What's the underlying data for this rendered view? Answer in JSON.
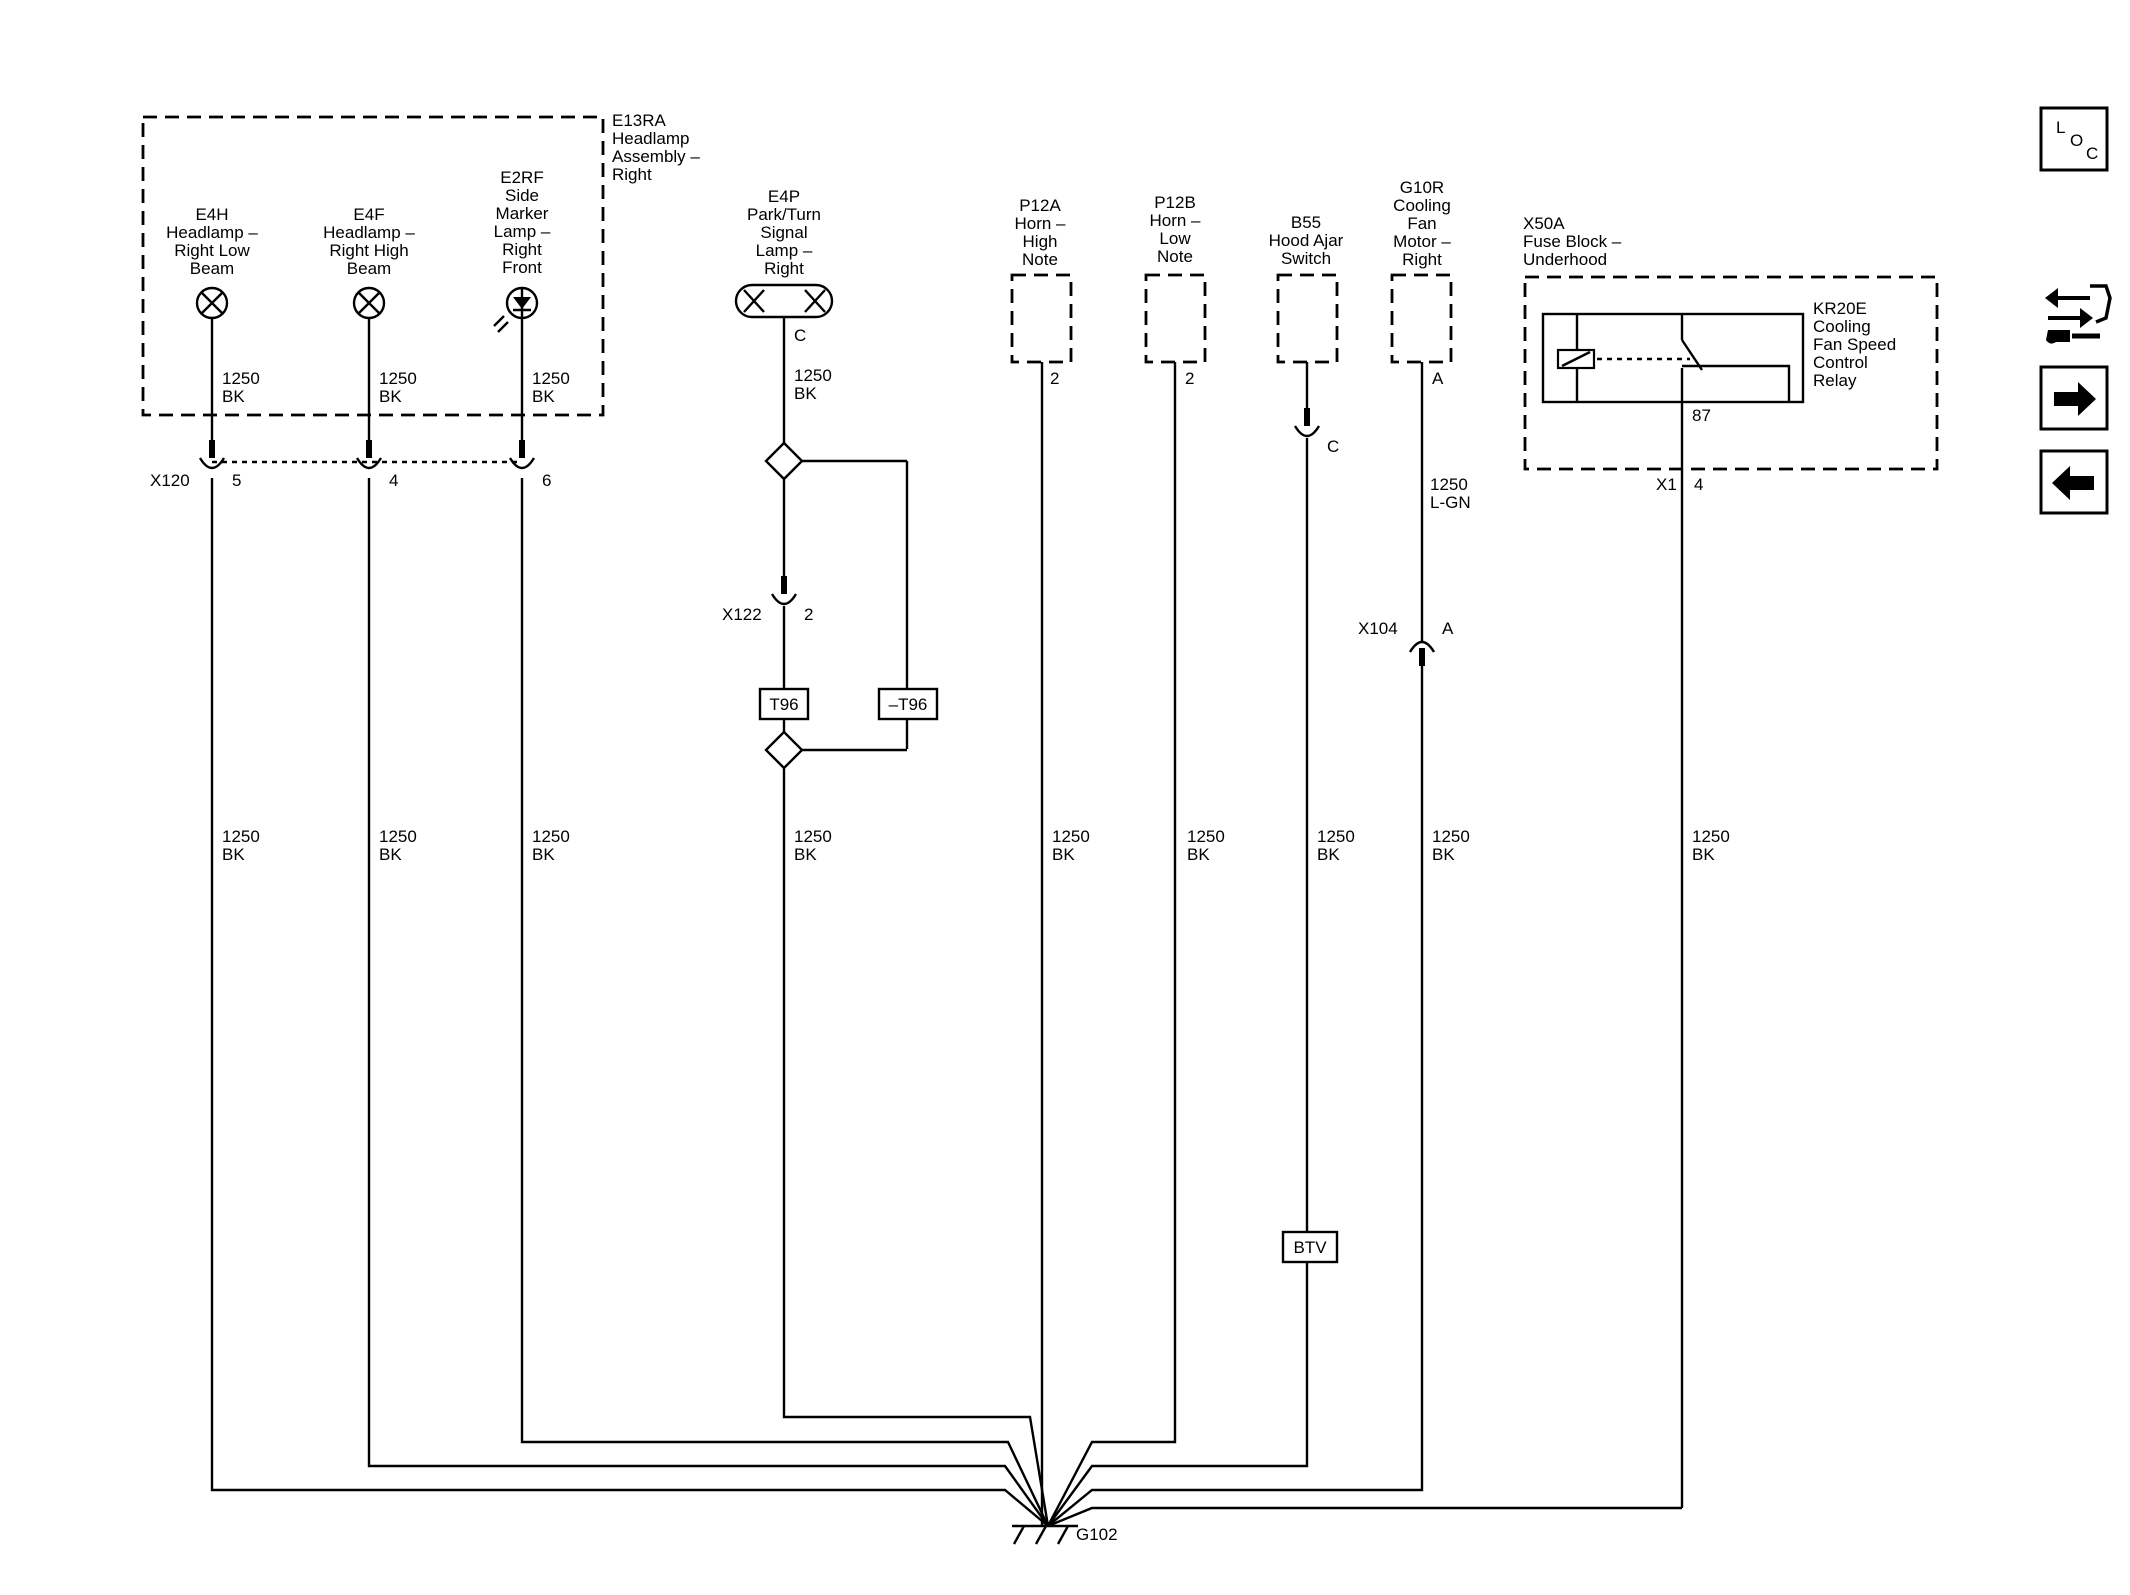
{
  "headlamp_assembly": {
    "id": "E13RA",
    "name_lines": [
      "Headlamp",
      "Assembly –",
      "Right"
    ]
  },
  "components": {
    "e4h": {
      "lines": [
        "E4H",
        "Headlamp –",
        "Right Low",
        "Beam"
      ]
    },
    "e4f": {
      "lines": [
        "E4F",
        "Headlamp –",
        "Right High",
        "Beam"
      ]
    },
    "e2rf": {
      "lines": [
        "E2RF",
        "Side",
        "Marker",
        "Lamp –",
        "Right",
        "Front"
      ]
    },
    "e4p": {
      "lines": [
        "E4P",
        "Park/Turn",
        "Signal",
        "Lamp –",
        "Right"
      ],
      "pin": "C"
    },
    "p12a": {
      "lines": [
        "P12A",
        "Horn –",
        "High",
        "Note"
      ],
      "pin": "2"
    },
    "p12b": {
      "lines": [
        "P12B",
        "Horn –",
        "Low",
        "Note"
      ],
      "pin": "2"
    },
    "b55": {
      "lines": [
        "B55",
        "Hood Ajar",
        "Switch"
      ],
      "pin": "C"
    },
    "g10r": {
      "lines": [
        "G10R",
        "Cooling",
        "Fan",
        "Motor –",
        "Right"
      ],
      "pin": "A"
    },
    "x50a": {
      "lines": [
        "X50A",
        "Fuse Block –",
        "Underhood"
      ]
    },
    "kr20e": {
      "lines": [
        "KR20E",
        "Cooling",
        "Fan Speed",
        "Control",
        "Relay"
      ],
      "pin": "87"
    }
  },
  "connectors": {
    "x120": {
      "id": "X120",
      "pins": [
        "5",
        "4",
        "6"
      ]
    },
    "x122": {
      "id": "X122",
      "pin": "2"
    },
    "x104": {
      "id": "X104",
      "pin": "A"
    },
    "x1": {
      "id": "X1",
      "pin": "4"
    }
  },
  "wire_labels": {
    "upper": [
      {
        "gauge": "1250",
        "color": "BK"
      },
      {
        "gauge": "1250",
        "color": "BK"
      },
      {
        "gauge": "1250",
        "color": "BK"
      },
      {
        "gauge": "1250",
        "color": "BK"
      },
      {
        "gauge": "1250",
        "color": "L-GN"
      }
    ],
    "lower": [
      {
        "gauge": "1250",
        "color": "BK"
      },
      {
        "gauge": "1250",
        "color": "BK"
      },
      {
        "gauge": "1250",
        "color": "BK"
      },
      {
        "gauge": "1250",
        "color": "BK"
      },
      {
        "gauge": "1250",
        "color": "BK"
      },
      {
        "gauge": "1250",
        "color": "BK"
      },
      {
        "gauge": "1250",
        "color": "BK"
      },
      {
        "gauge": "1250",
        "color": "BK"
      },
      {
        "gauge": "1250",
        "color": "BK"
      }
    ]
  },
  "options": {
    "t96": "T96",
    "not_t96": "–T96",
    "btv": "BTV"
  },
  "ground": {
    "id": "G102"
  },
  "nav": {
    "loc_letters": [
      "L",
      "O",
      "C"
    ],
    "icons": [
      "loc-icon",
      "connector-info-icon",
      "next-page-icon",
      "previous-page-icon"
    ]
  }
}
